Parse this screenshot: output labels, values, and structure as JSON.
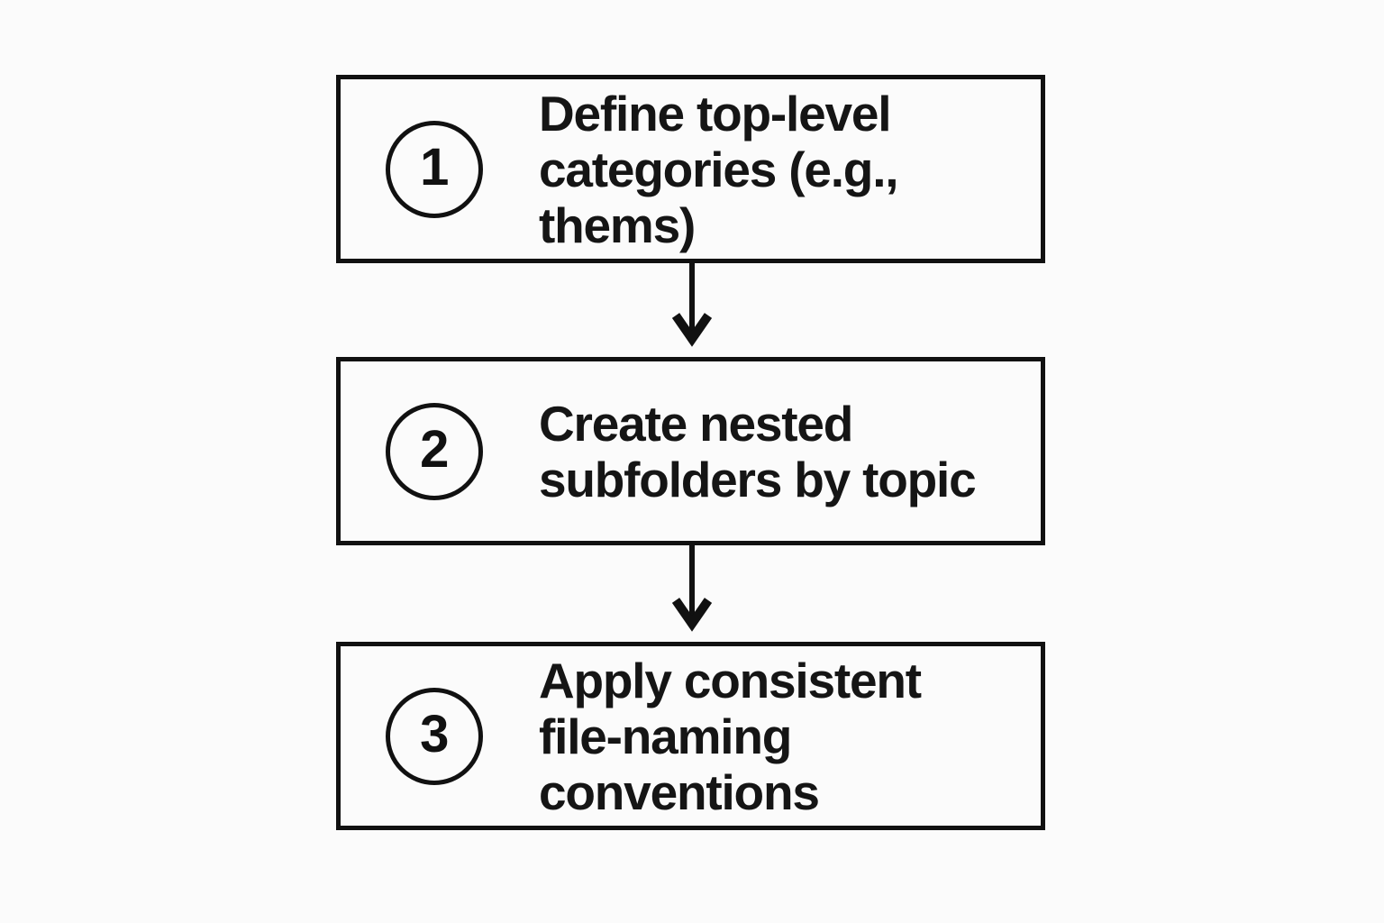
{
  "diagram": {
    "type": "vertical-flowchart",
    "background_color": "#fbfbfb",
    "stroke_color": "#111111",
    "text_color": "#151515",
    "steps": [
      {
        "number": "1",
        "label": "Define top-level\ncategories (e.g., thems)"
      },
      {
        "number": "2",
        "label": "Create nested\nsubfolders by topic"
      },
      {
        "number": "3",
        "label": "Apply consistent\nfile-naming conventions"
      }
    ],
    "connectors": [
      {
        "from": "1",
        "to": "2",
        "shape": "down-arrow"
      },
      {
        "from": "2",
        "to": "3",
        "shape": "down-arrow"
      }
    ]
  }
}
